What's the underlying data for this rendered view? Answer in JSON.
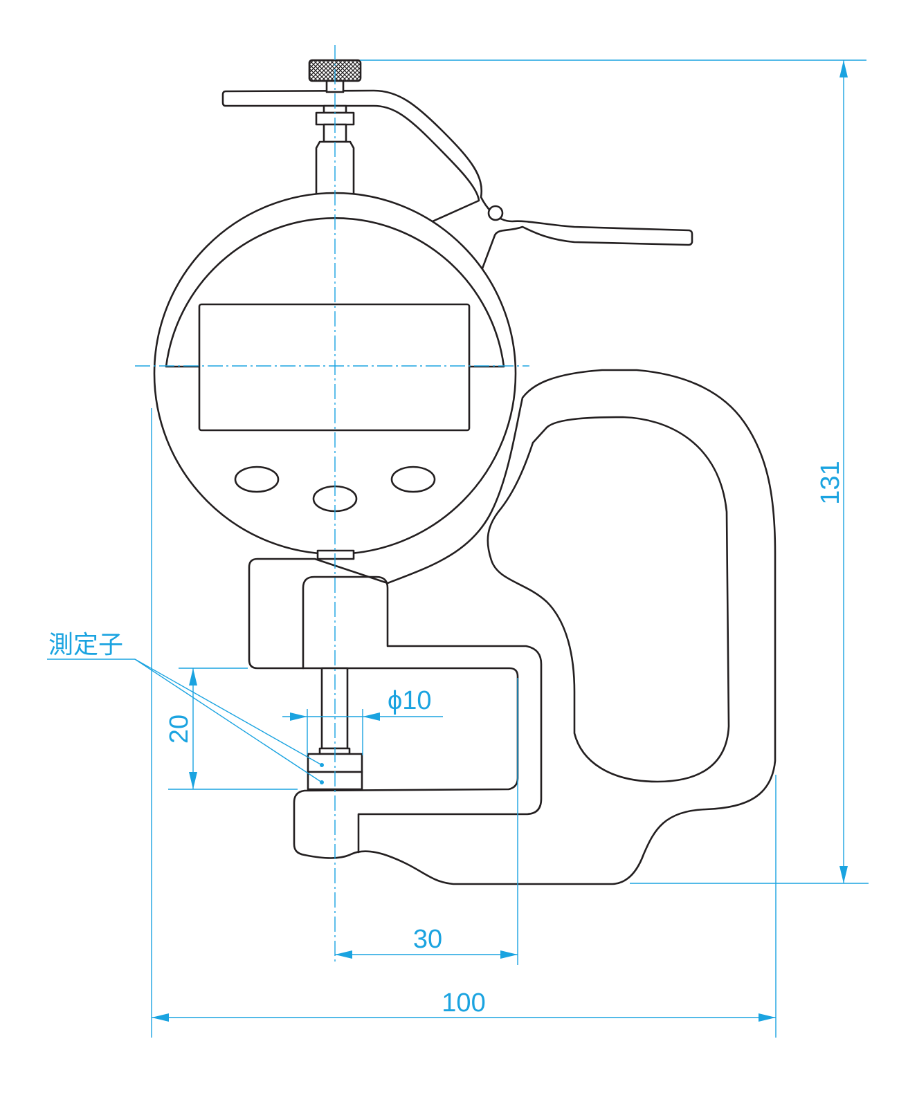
{
  "drawing": {
    "probe_label": "測定子",
    "dimensions": {
      "height": "131",
      "width": "100",
      "throat_depth": "30",
      "jaw_gap": "20",
      "probe_diameter": "ϕ10"
    },
    "colors": {
      "line": "#231f20",
      "dimension": "#1aa3e0"
    }
  }
}
